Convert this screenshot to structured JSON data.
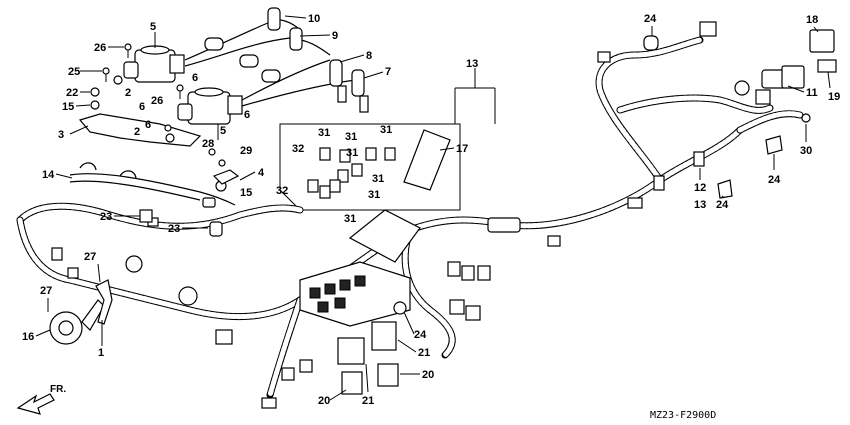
{
  "diagram_code": "MZ23-F2900D",
  "direction_label": "FR.",
  "callouts": [
    {
      "id": "c5a",
      "label": "5"
    },
    {
      "id": "c10",
      "label": "10"
    },
    {
      "id": "c9",
      "label": "9"
    },
    {
      "id": "c8",
      "label": "8"
    },
    {
      "id": "c7",
      "label": "7"
    },
    {
      "id": "c26a",
      "label": "26"
    },
    {
      "id": "c25",
      "label": "25"
    },
    {
      "id": "c6a",
      "label": "6"
    },
    {
      "id": "c22",
      "label": "22"
    },
    {
      "id": "c2a",
      "label": "2"
    },
    {
      "id": "c6b",
      "label": "6"
    },
    {
      "id": "c15a",
      "label": "15"
    },
    {
      "id": "c26b",
      "label": "26"
    },
    {
      "id": "c6c",
      "label": "6"
    },
    {
      "id": "c3",
      "label": "3"
    },
    {
      "id": "c6d",
      "label": "6"
    },
    {
      "id": "c2b",
      "label": "2"
    },
    {
      "id": "c5b",
      "label": "5"
    },
    {
      "id": "c28",
      "label": "28"
    },
    {
      "id": "c29",
      "label": "29"
    },
    {
      "id": "c4",
      "label": "4"
    },
    {
      "id": "c15b",
      "label": "15"
    },
    {
      "id": "c14",
      "label": "14"
    },
    {
      "id": "c23a",
      "label": "23"
    },
    {
      "id": "c23b",
      "label": "23"
    },
    {
      "id": "c13a",
      "label": "13"
    },
    {
      "id": "c31a",
      "label": "31"
    },
    {
      "id": "c31b",
      "label": "31"
    },
    {
      "id": "c31c",
      "label": "31"
    },
    {
      "id": "c32a",
      "label": "32"
    },
    {
      "id": "c17",
      "label": "17"
    },
    {
      "id": "c31d",
      "label": "31"
    },
    {
      "id": "c32b",
      "label": "32"
    },
    {
      "id": "c31e",
      "label": "31"
    },
    {
      "id": "c31f",
      "label": "31"
    },
    {
      "id": "c31g",
      "label": "31"
    },
    {
      "id": "c24a",
      "label": "24"
    },
    {
      "id": "c18",
      "label": "18"
    },
    {
      "id": "c19",
      "label": "19"
    },
    {
      "id": "c11",
      "label": "11"
    },
    {
      "id": "c30",
      "label": "30"
    },
    {
      "id": "c24b",
      "label": "24"
    },
    {
      "id": "c12",
      "label": "12"
    },
    {
      "id": "c13b",
      "label": "13"
    },
    {
      "id": "c24c",
      "label": "24"
    },
    {
      "id": "c27a",
      "label": "27"
    },
    {
      "id": "c27b",
      "label": "27"
    },
    {
      "id": "c16",
      "label": "16"
    },
    {
      "id": "c1",
      "label": "1"
    },
    {
      "id": "c24d",
      "label": "24"
    },
    {
      "id": "c21a",
      "label": "21"
    },
    {
      "id": "c20a",
      "label": "20"
    },
    {
      "id": "c20b",
      "label": "20"
    },
    {
      "id": "c21b",
      "label": "21"
    }
  ]
}
